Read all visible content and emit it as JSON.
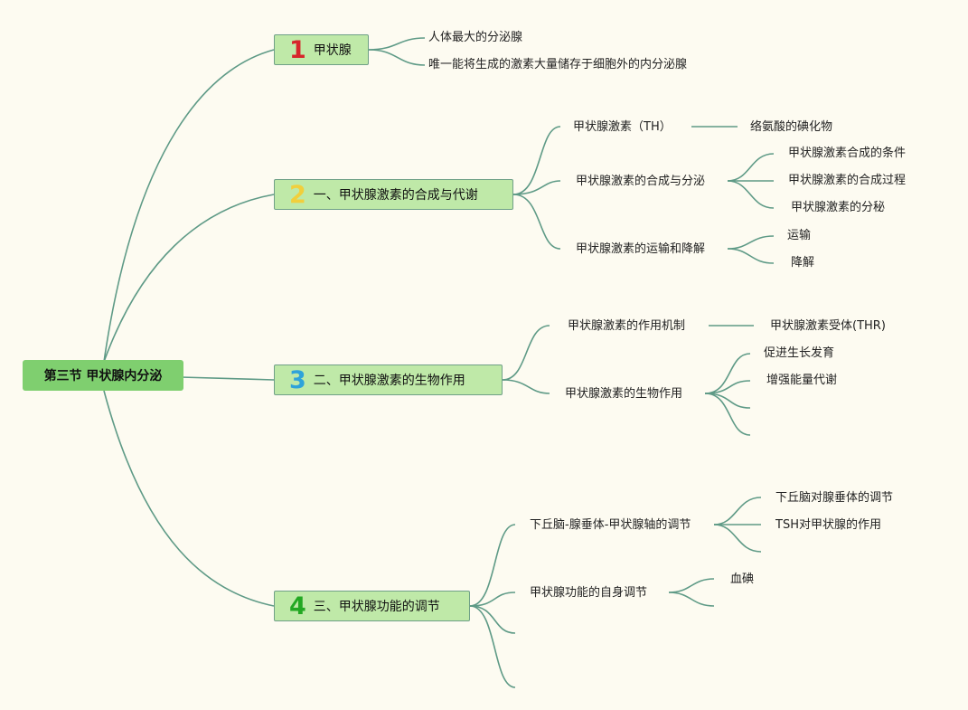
{
  "root": "第三节 甲状腺内分泌",
  "colors": {
    "link": "#5e9a86",
    "root_fill": "#7fcf6f",
    "branch_fill": "#bfe9a8",
    "num1": "#d7262b",
    "num2": "#f1cf3c",
    "num3": "#2ea3da",
    "num4": "#23a823"
  },
  "branches": [
    {
      "num": "1",
      "label": "甲状腺",
      "children": [
        "人体最大的分泌腺",
        "唯一能将生成的激素大量储存于细胞外的内分泌腺"
      ]
    },
    {
      "num": "2",
      "label": "一、甲状腺激素的合成与代谢",
      "children": [
        {
          "label": "甲状腺激素（TH）",
          "children": [
            "络氨酸的碘化物"
          ]
        },
        {
          "label": "甲状腺激素的合成与分泌",
          "children": [
            "甲状腺激素合成的条件",
            "甲状腺激素的合成过程",
            "甲状腺激素的分秘"
          ]
        },
        {
          "label": "甲状腺激素的运输和降解",
          "children": [
            "运输",
            "降解"
          ]
        }
      ]
    },
    {
      "num": "3",
      "label": "二、甲状腺激素的生物作用",
      "children": [
        {
          "label": "甲状腺激素的作用机制",
          "children": [
            "甲状腺激素受体(THR)"
          ]
        },
        {
          "label": "甲状腺激素的生物作用",
          "children": [
            "促进生长发育",
            "增强能量代谢"
          ]
        }
      ]
    },
    {
      "num": "4",
      "label": "三、甲状腺功能的调节",
      "children": [
        {
          "label": "下丘脑-腺垂体-甲状腺轴的调节",
          "children": [
            "下丘脑对腺垂体的调节",
            "TSH对甲状腺的作用"
          ]
        },
        {
          "label": "甲状腺功能的自身调节",
          "children": [
            "血碘"
          ]
        }
      ]
    }
  ]
}
